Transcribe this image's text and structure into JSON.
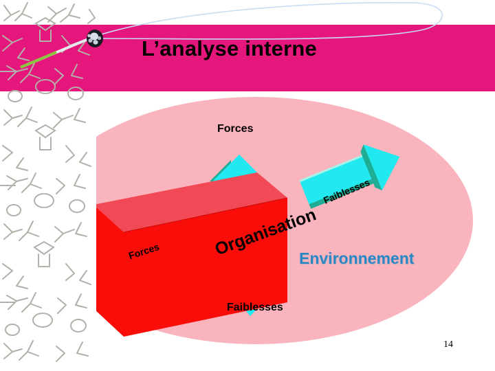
{
  "slide": {
    "title": "L’analyse interne",
    "page_number": "14",
    "colors": {
      "title_band": "#e6177c",
      "ellipse": "#f9b4bd",
      "box_front": "#f90d09",
      "box_top": "#f14a56",
      "box_side": "#9e0f12",
      "arrow_fill": "#22e8f0",
      "arrow_shade": "#1fad96",
      "arrow_highlight": "#a8f2e8",
      "environnement_text": "#2b87c4",
      "swoosh": "#c8dcf4",
      "pattern_line": "#b2b0a8"
    }
  },
  "diagram": {
    "center_box_label": "Organisation",
    "environment_label": "Environnement",
    "arrows": [
      {
        "name": "arrow-up",
        "label": "Forces",
        "direction": "up"
      },
      {
        "name": "arrow-down",
        "label": "Faiblesses",
        "direction": "down"
      },
      {
        "name": "arrow-left",
        "label": "Forces",
        "direction": "left"
      },
      {
        "name": "arrow-right",
        "label": "Faiblesses",
        "direction": "right"
      }
    ],
    "labels": {
      "forces_top": "Forces",
      "faiblesses_bottom": "Faiblesses",
      "forces_left": "Forces",
      "faiblesses_right": "Faiblesses"
    }
  }
}
